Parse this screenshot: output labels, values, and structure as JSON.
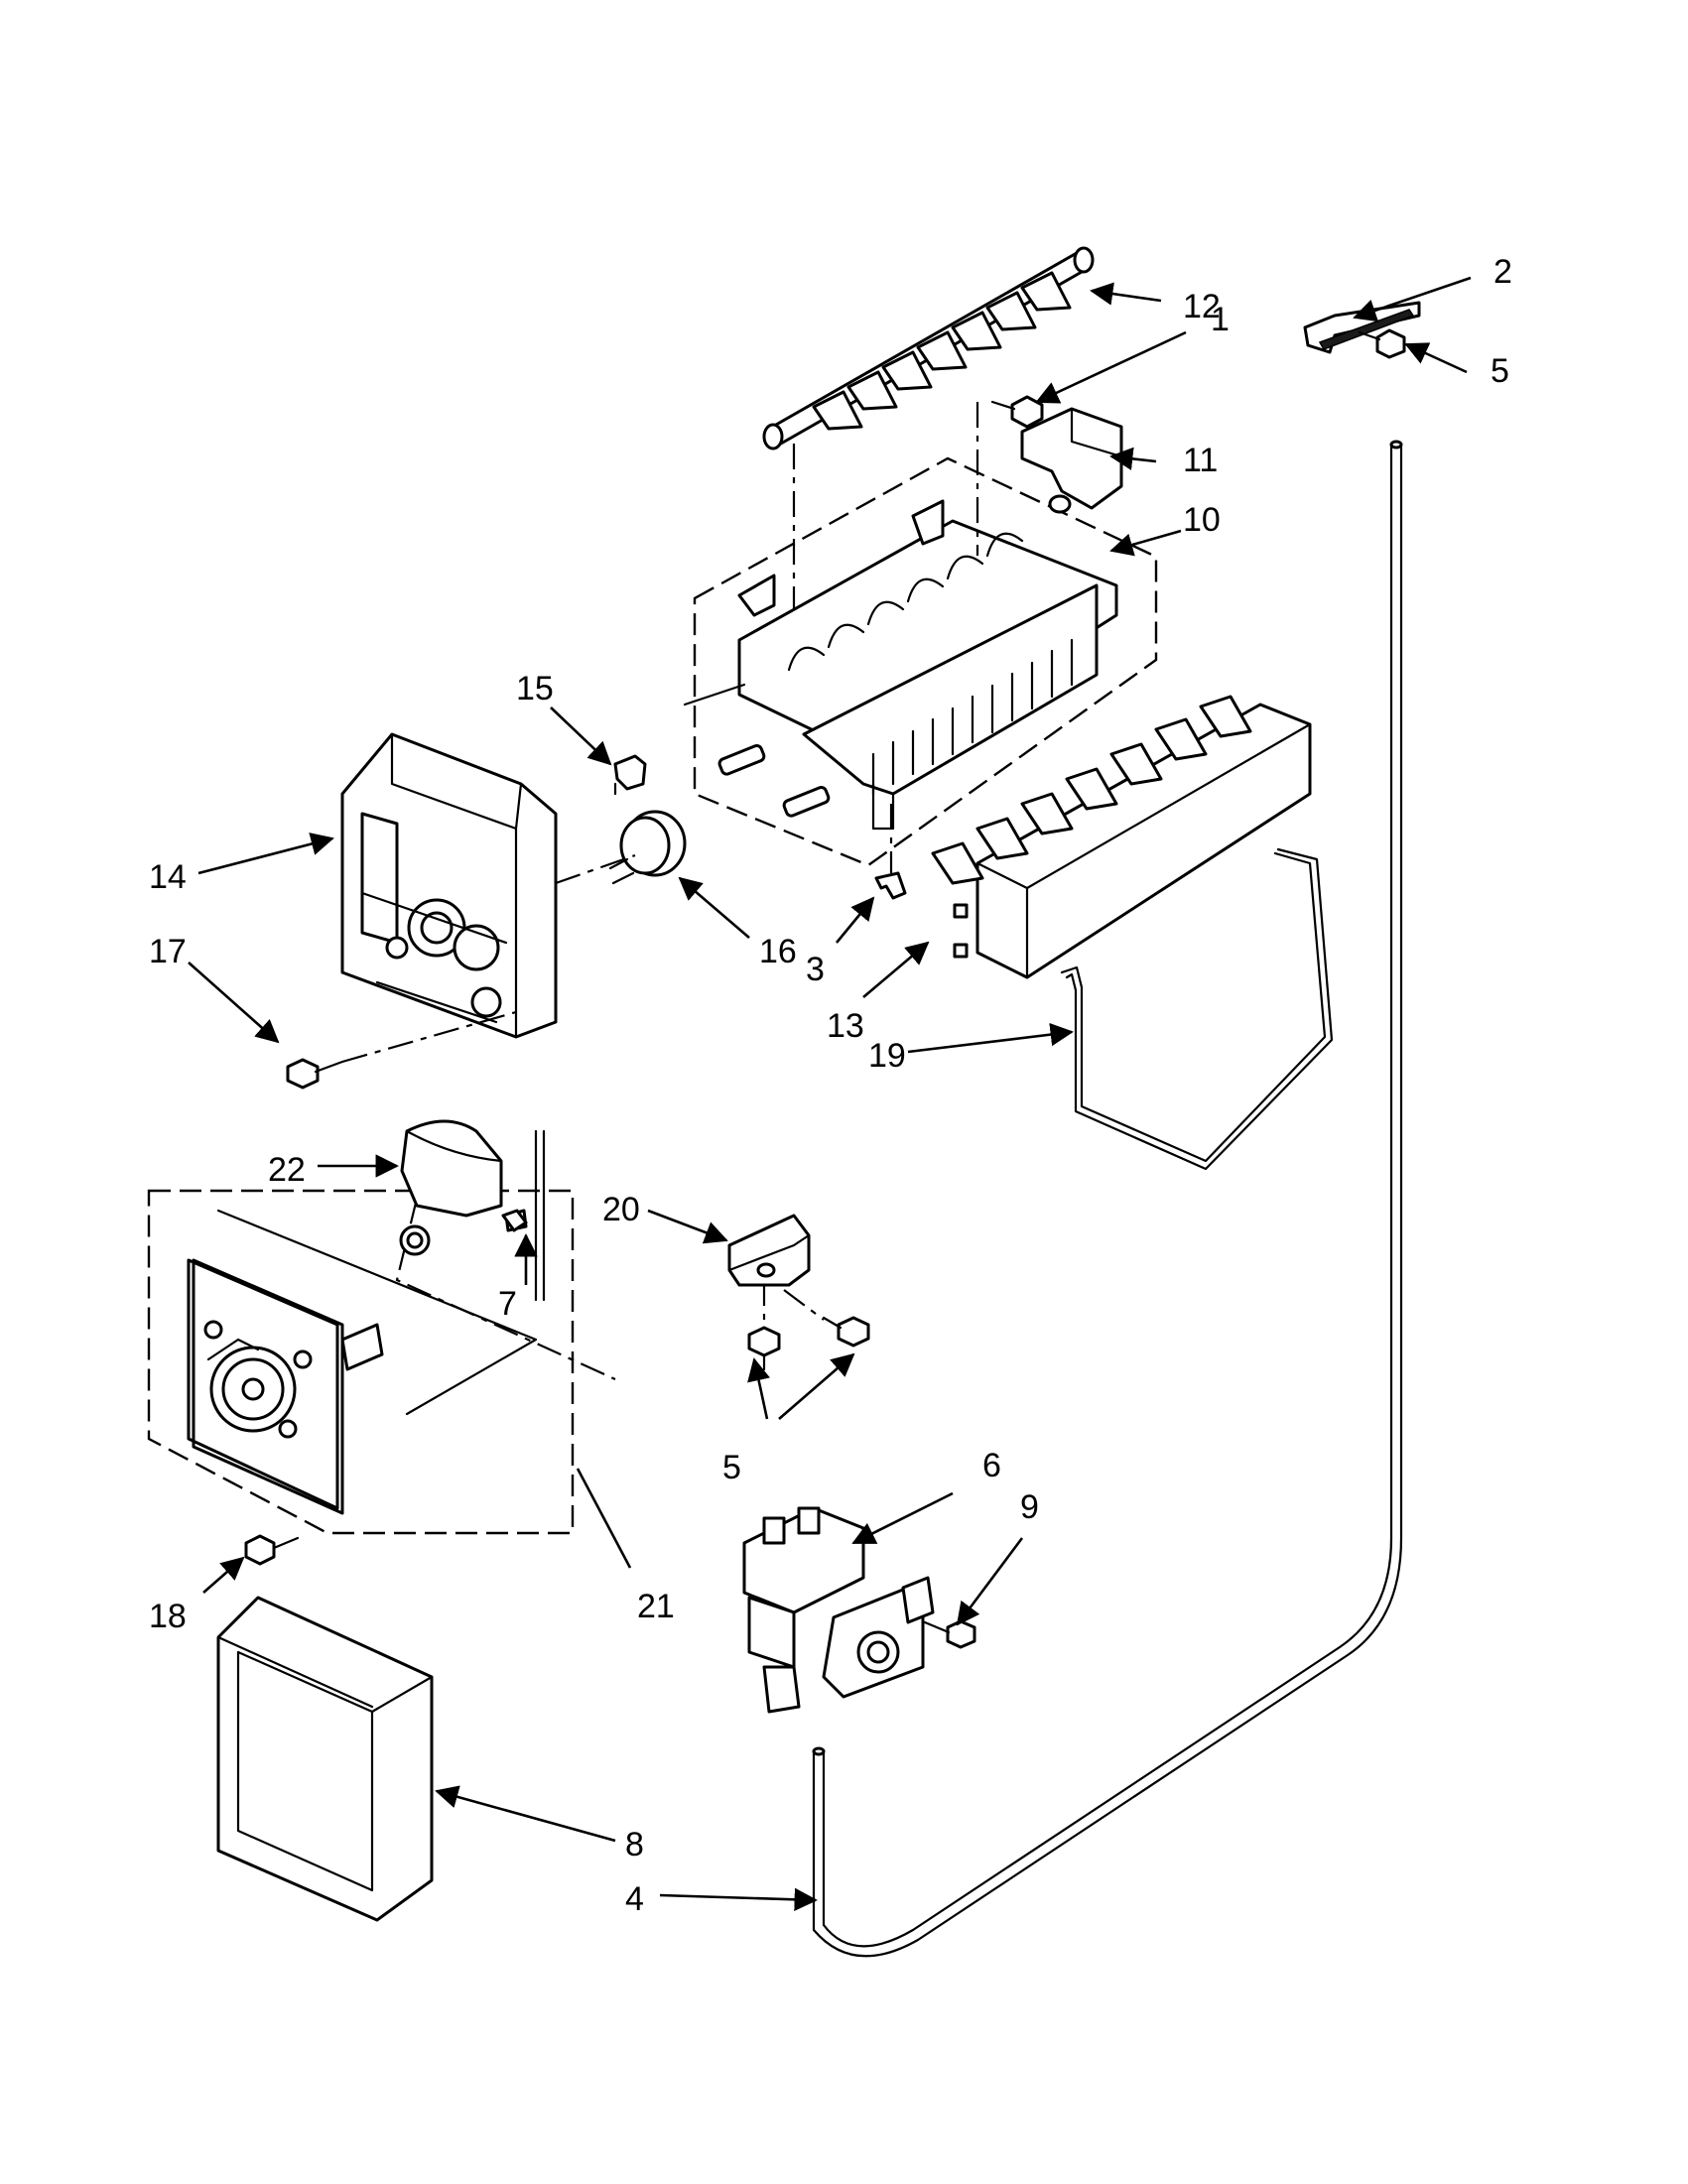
{
  "callouts": {
    "c1": "1",
    "c2": "2",
    "c3": "3",
    "c4": "4",
    "c5a": "5",
    "c5b": "5",
    "c6": "6",
    "c7": "7",
    "c8": "8",
    "c9": "9",
    "c10": "10",
    "c11": "11",
    "c12": "12",
    "c13": "13",
    "c14": "14",
    "c15": "15",
    "c16": "16",
    "c17": "17",
    "c18": "18",
    "c19": "19",
    "c20": "20",
    "c21": "21",
    "c22": "22"
  },
  "colors": {
    "line": "#000000",
    "background": "#ffffff"
  }
}
